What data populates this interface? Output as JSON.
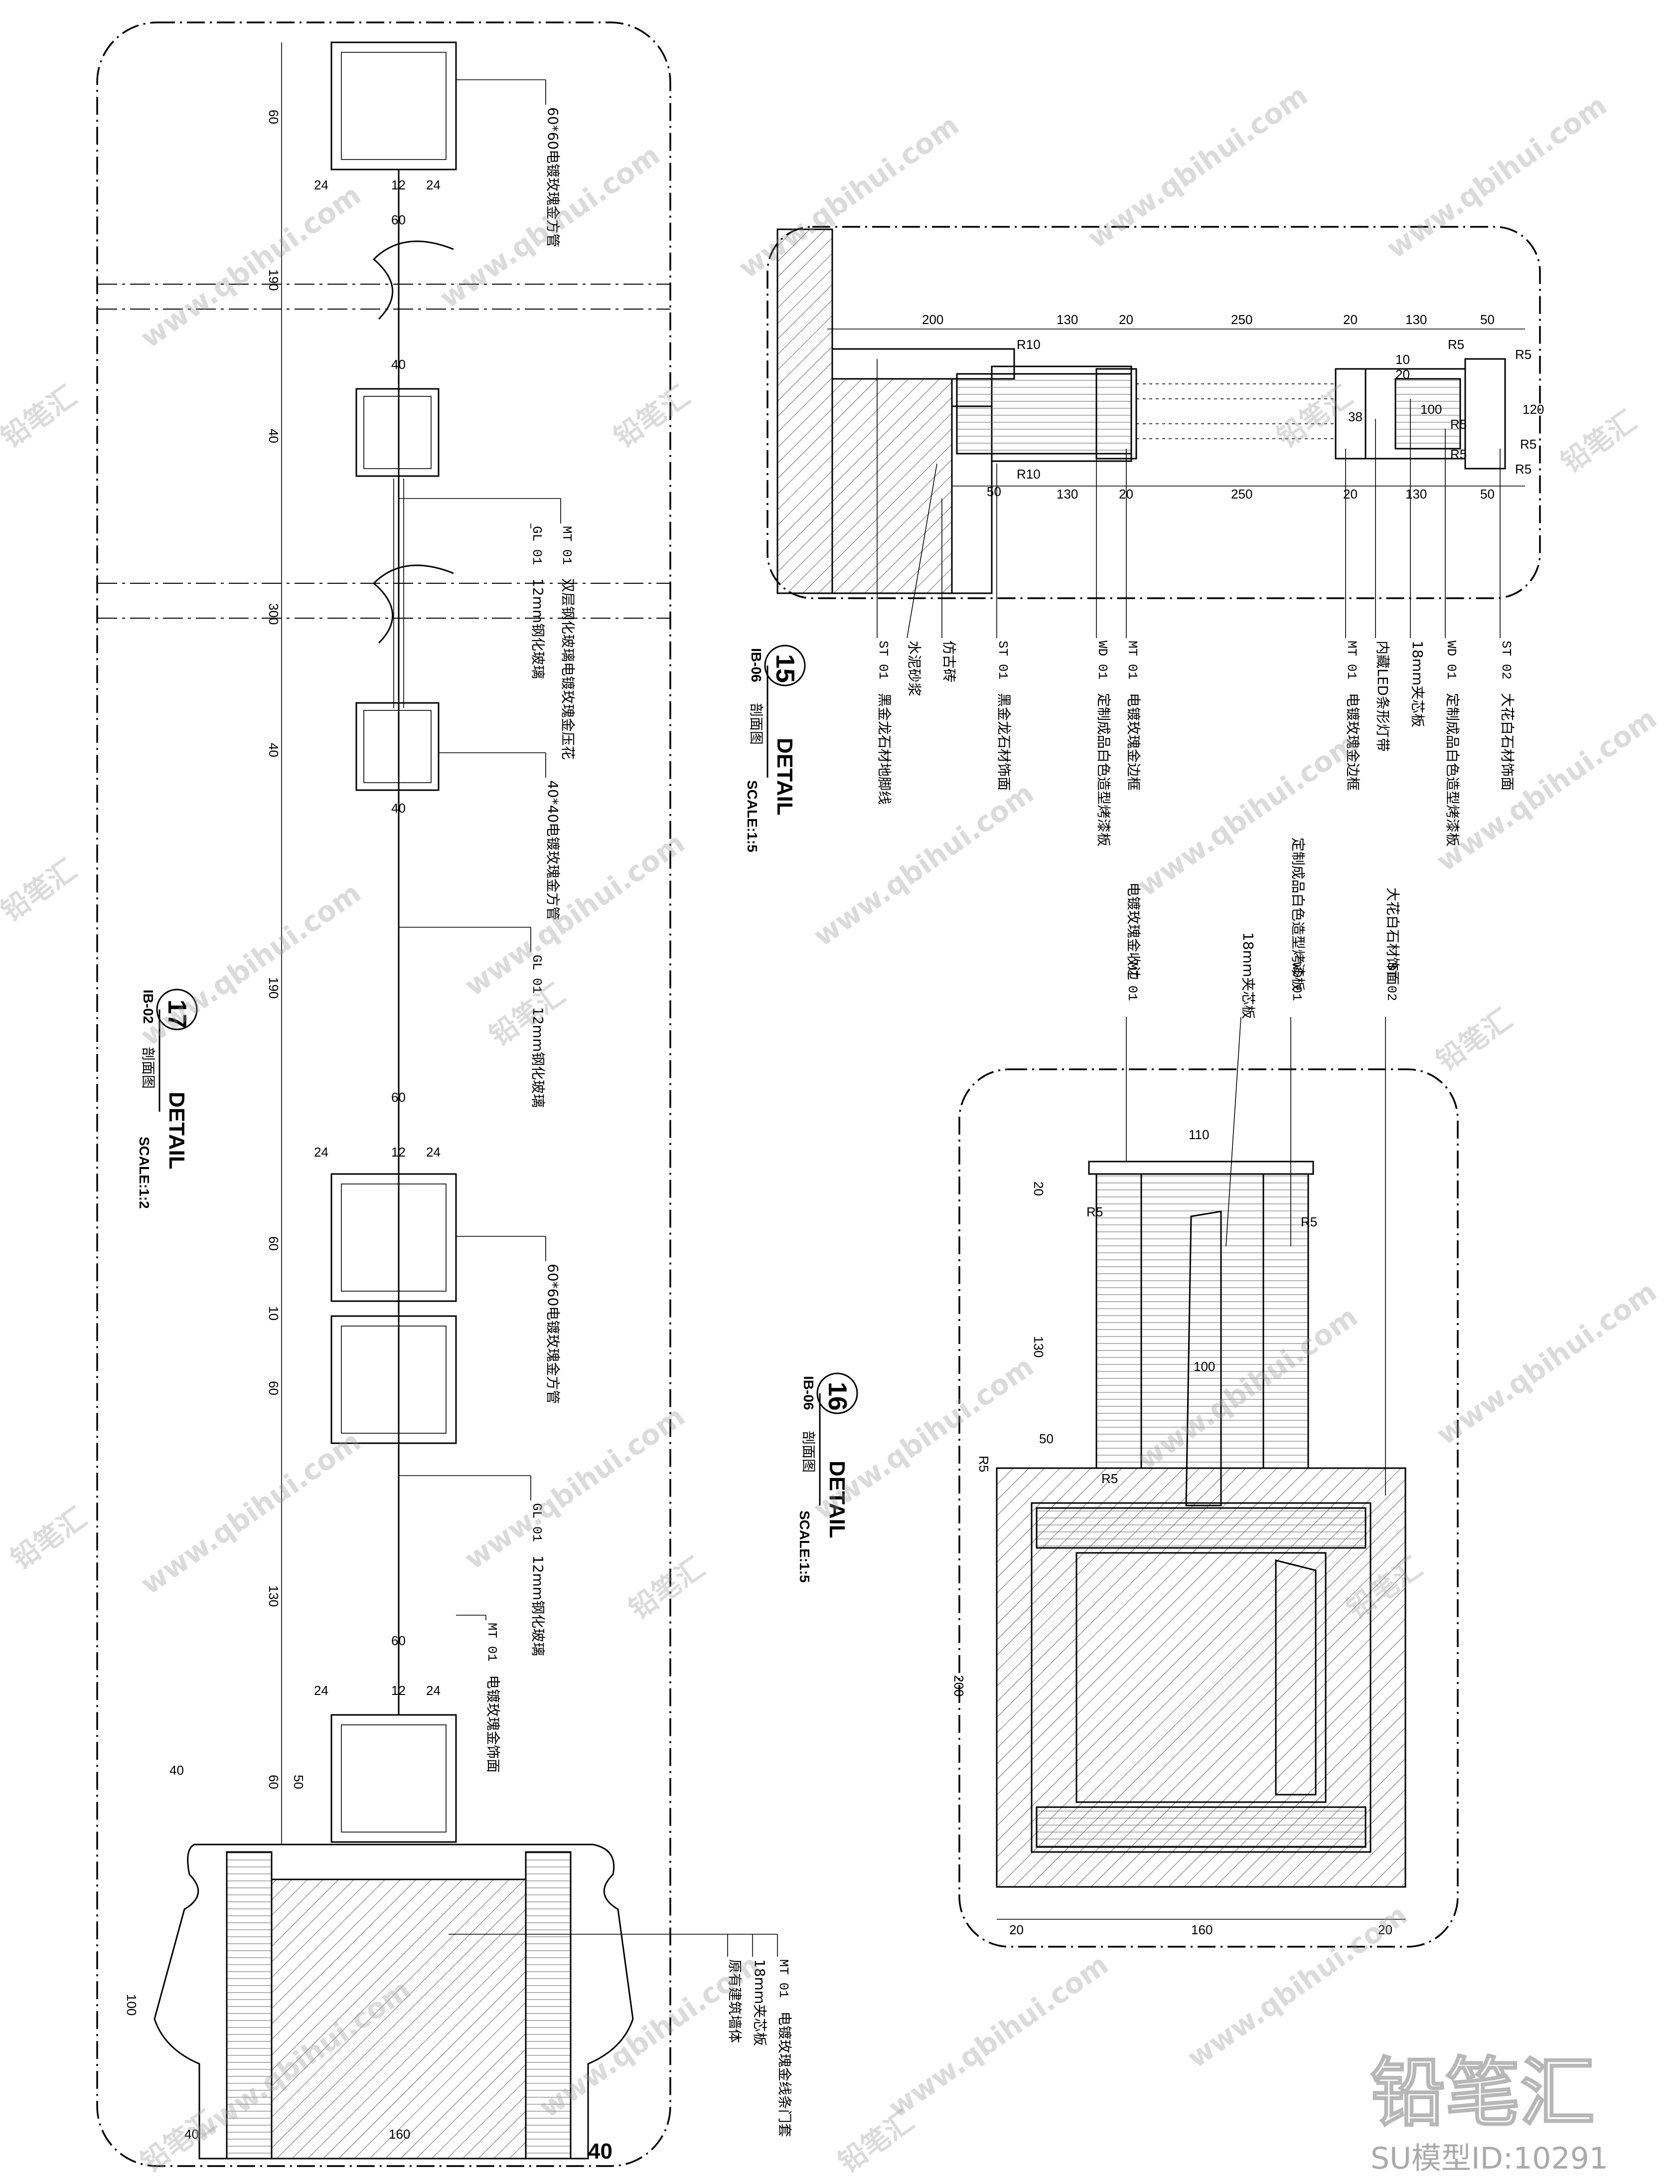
{
  "details": [
    {
      "number": "17",
      "ref": "IB-02",
      "type_label": "剖面图",
      "title": "DETAIL",
      "scale": "SCALE:1:2",
      "dims": [
        "60",
        "24",
        "12",
        "24",
        "60",
        "190",
        "40",
        "40",
        "300",
        "40",
        "40",
        "190",
        "60",
        "24",
        "12",
        "24",
        "60",
        "10",
        "60",
        "130",
        "60",
        "24",
        "12",
        "24",
        "40",
        "60",
        "50",
        "100",
        "40",
        "160",
        "40"
      ],
      "notes": [
        {
          "tag": "",
          "text": "60*60电镀玫瑰金方管"
        },
        {
          "tag": "MT 01",
          "text": "双层钢化玻璃电镀玫瑰金压花"
        },
        {
          "tag": "GL 01",
          "text": "12mm钢化玻璃"
        },
        {
          "tag": "",
          "text": "40*40电镀玫瑰金方管"
        },
        {
          "tag": "GL 01",
          "text": "12mm钢化玻璃"
        },
        {
          "tag": "",
          "text": "60*60电镀玫瑰金方管"
        },
        {
          "tag": "GL 01",
          "text": "12mm钢化玻璃"
        },
        {
          "tag": "MT 01",
          "text": "电镀玫瑰金饰面"
        },
        {
          "tag": "MT 01",
          "text": "电镀玫瑰金线条门套"
        },
        {
          "tag": "",
          "text": "18mm夹芯板"
        },
        {
          "tag": "",
          "text": "原有建筑墙体"
        }
      ]
    },
    {
      "number": "15",
      "ref": "IB-06",
      "type_label": "剖面图",
      "title": "DETAIL",
      "scale": "SCALE:1:5",
      "dims": [
        "200",
        "R10",
        "130",
        "20",
        "250",
        "20",
        "130",
        "50",
        "R5",
        "R5",
        "10",
        "20",
        "38",
        "100",
        "R5",
        "R5",
        "120",
        "R5",
        "R5",
        "50",
        "R10",
        "130",
        "20",
        "250",
        "20",
        "130",
        "50"
      ],
      "notes": [
        {
          "tag": "ST 01",
          "text": "黑金龙石材地脚线"
        },
        {
          "tag": "",
          "text": "水泥砂浆"
        },
        {
          "tag": "",
          "text": "仿古砖"
        },
        {
          "tag": "ST 01",
          "text": "黑金龙石材饰面"
        },
        {
          "tag": "WD 01",
          "text": "定制成品白色造型烤漆板"
        },
        {
          "tag": "MT 01",
          "text": "电镀玫瑰金边框"
        },
        {
          "tag": "MT 01",
          "text": "电镀玫瑰金边框"
        },
        {
          "tag": "",
          "text": "内藏LED条形灯带"
        },
        {
          "tag": "",
          "text": "18mm夹芯板"
        },
        {
          "tag": "WD 01",
          "text": "定制成品白色造型烤漆板"
        },
        {
          "tag": "ST 02",
          "text": "大花白石材饰面"
        }
      ]
    },
    {
      "number": "16",
      "ref": "IB-06",
      "type_label": "剖面图",
      "title": "DETAIL",
      "scale": "SCALE:1:5",
      "dims": [
        "110",
        "20",
        "R5",
        "R5",
        "130",
        "100",
        "50",
        "R5",
        "R5",
        "200",
        "20",
        "160",
        "20"
      ],
      "notes": [
        {
          "tag": "MT 01",
          "text": "电镀玫瑰金收边"
        },
        {
          "tag": "",
          "text": "18mm夹芯板"
        },
        {
          "tag": "WD 01",
          "text": "定制成品白色造型烤漆板"
        },
        {
          "tag": "ST 02",
          "text": "大花白石材饰面"
        }
      ]
    }
  ],
  "watermark": {
    "text": "www.qbihui.com",
    "logo": "铅笔汇",
    "model_id": "SU模型ID:10291"
  }
}
